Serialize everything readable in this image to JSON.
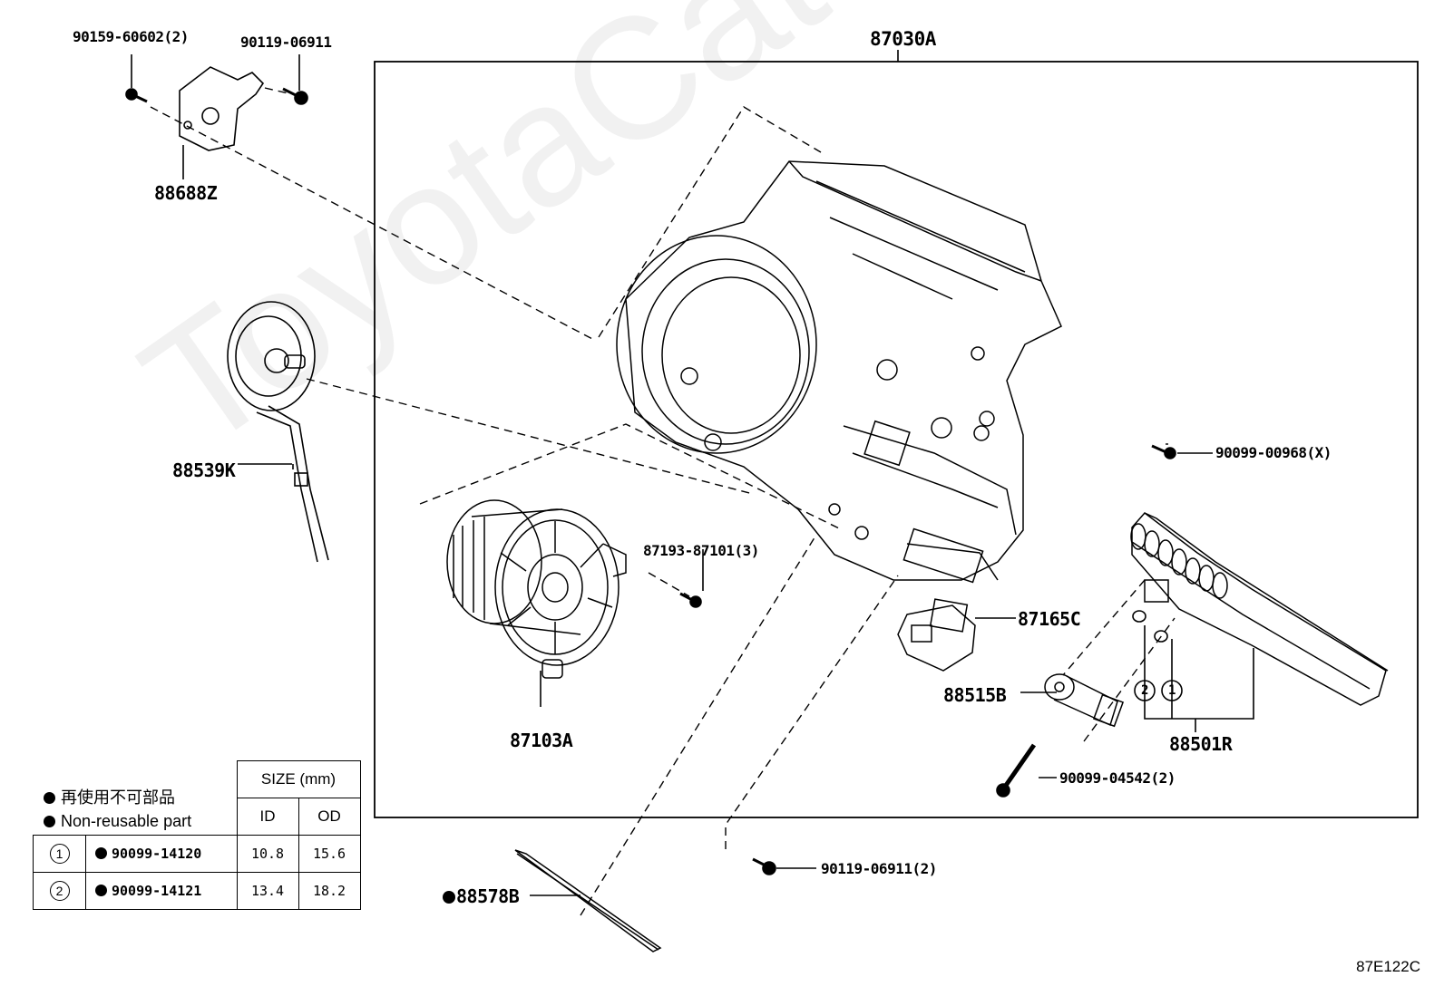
{
  "diagram": {
    "assembly_label": "87030A",
    "drawing_id": "87E122C",
    "watermark": "ToyotaCatalogue.ru",
    "parts": {
      "p90159": "90159-60602(2)",
      "p90119a": "90119-06911",
      "p88688z": "88688Z",
      "p88539k": "88539K",
      "p87103a": "87103A",
      "p87193": "87193-87101(3)",
      "p87165c": "87165C",
      "p88515b": "88515B",
      "p88501r": "88501R",
      "p90099_00968": "90099-00968(X)",
      "p90099_04542": "90099-04542(2)",
      "p90119b": "90119-06911(2)",
      "p88578b": "88578B"
    },
    "circle_refs": {
      "c1": "1",
      "c2": "2"
    }
  },
  "legend": {
    "jp": "再使用不可部品",
    "en": "Non-reusable part"
  },
  "size_table": {
    "header": "SIZE (mm)",
    "col_id": "ID",
    "col_od": "OD",
    "rows": [
      {
        "ref": "1",
        "part": "90099-14120",
        "id": "10.8",
        "od": "15.6"
      },
      {
        "ref": "2",
        "part": "90099-14121",
        "id": "13.4",
        "od": "18.2"
      }
    ]
  }
}
